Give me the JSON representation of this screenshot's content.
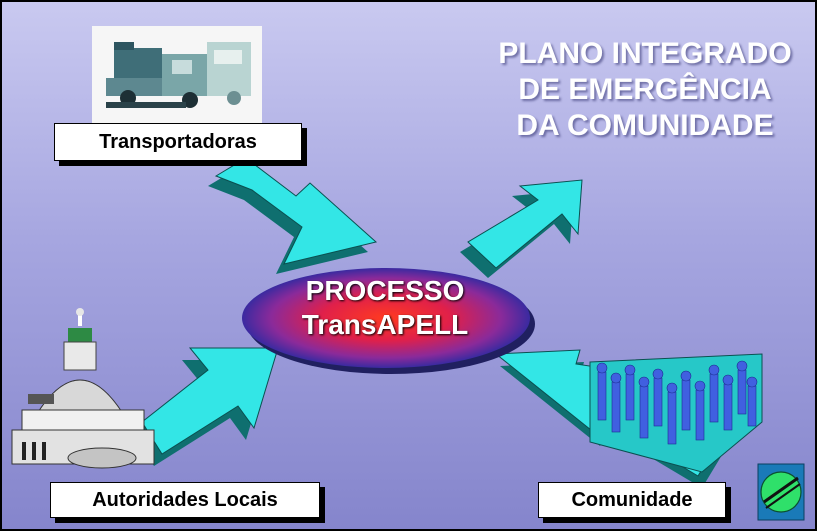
{
  "title": "PLANO INTEGRADO\nDE EMERGÊNCIA\nDA COMUNIDADE",
  "center": {
    "line1": "PROCESSO",
    "line2": "TransAPELL"
  },
  "labels": {
    "transportadoras": "Transportadoras",
    "autoridades": "Autoridades Locais",
    "comunidade": "Comunidade"
  },
  "colors": {
    "arrow": "#33e6e6",
    "arrow_shadow": "#0f6f6f",
    "ellipse_core": "#ff2e2e",
    "ellipse_edge": "#3b2aa8"
  },
  "icons": [
    "truck-icon",
    "capitol-building-icon",
    "crowd-icon",
    "logo-icon"
  ]
}
